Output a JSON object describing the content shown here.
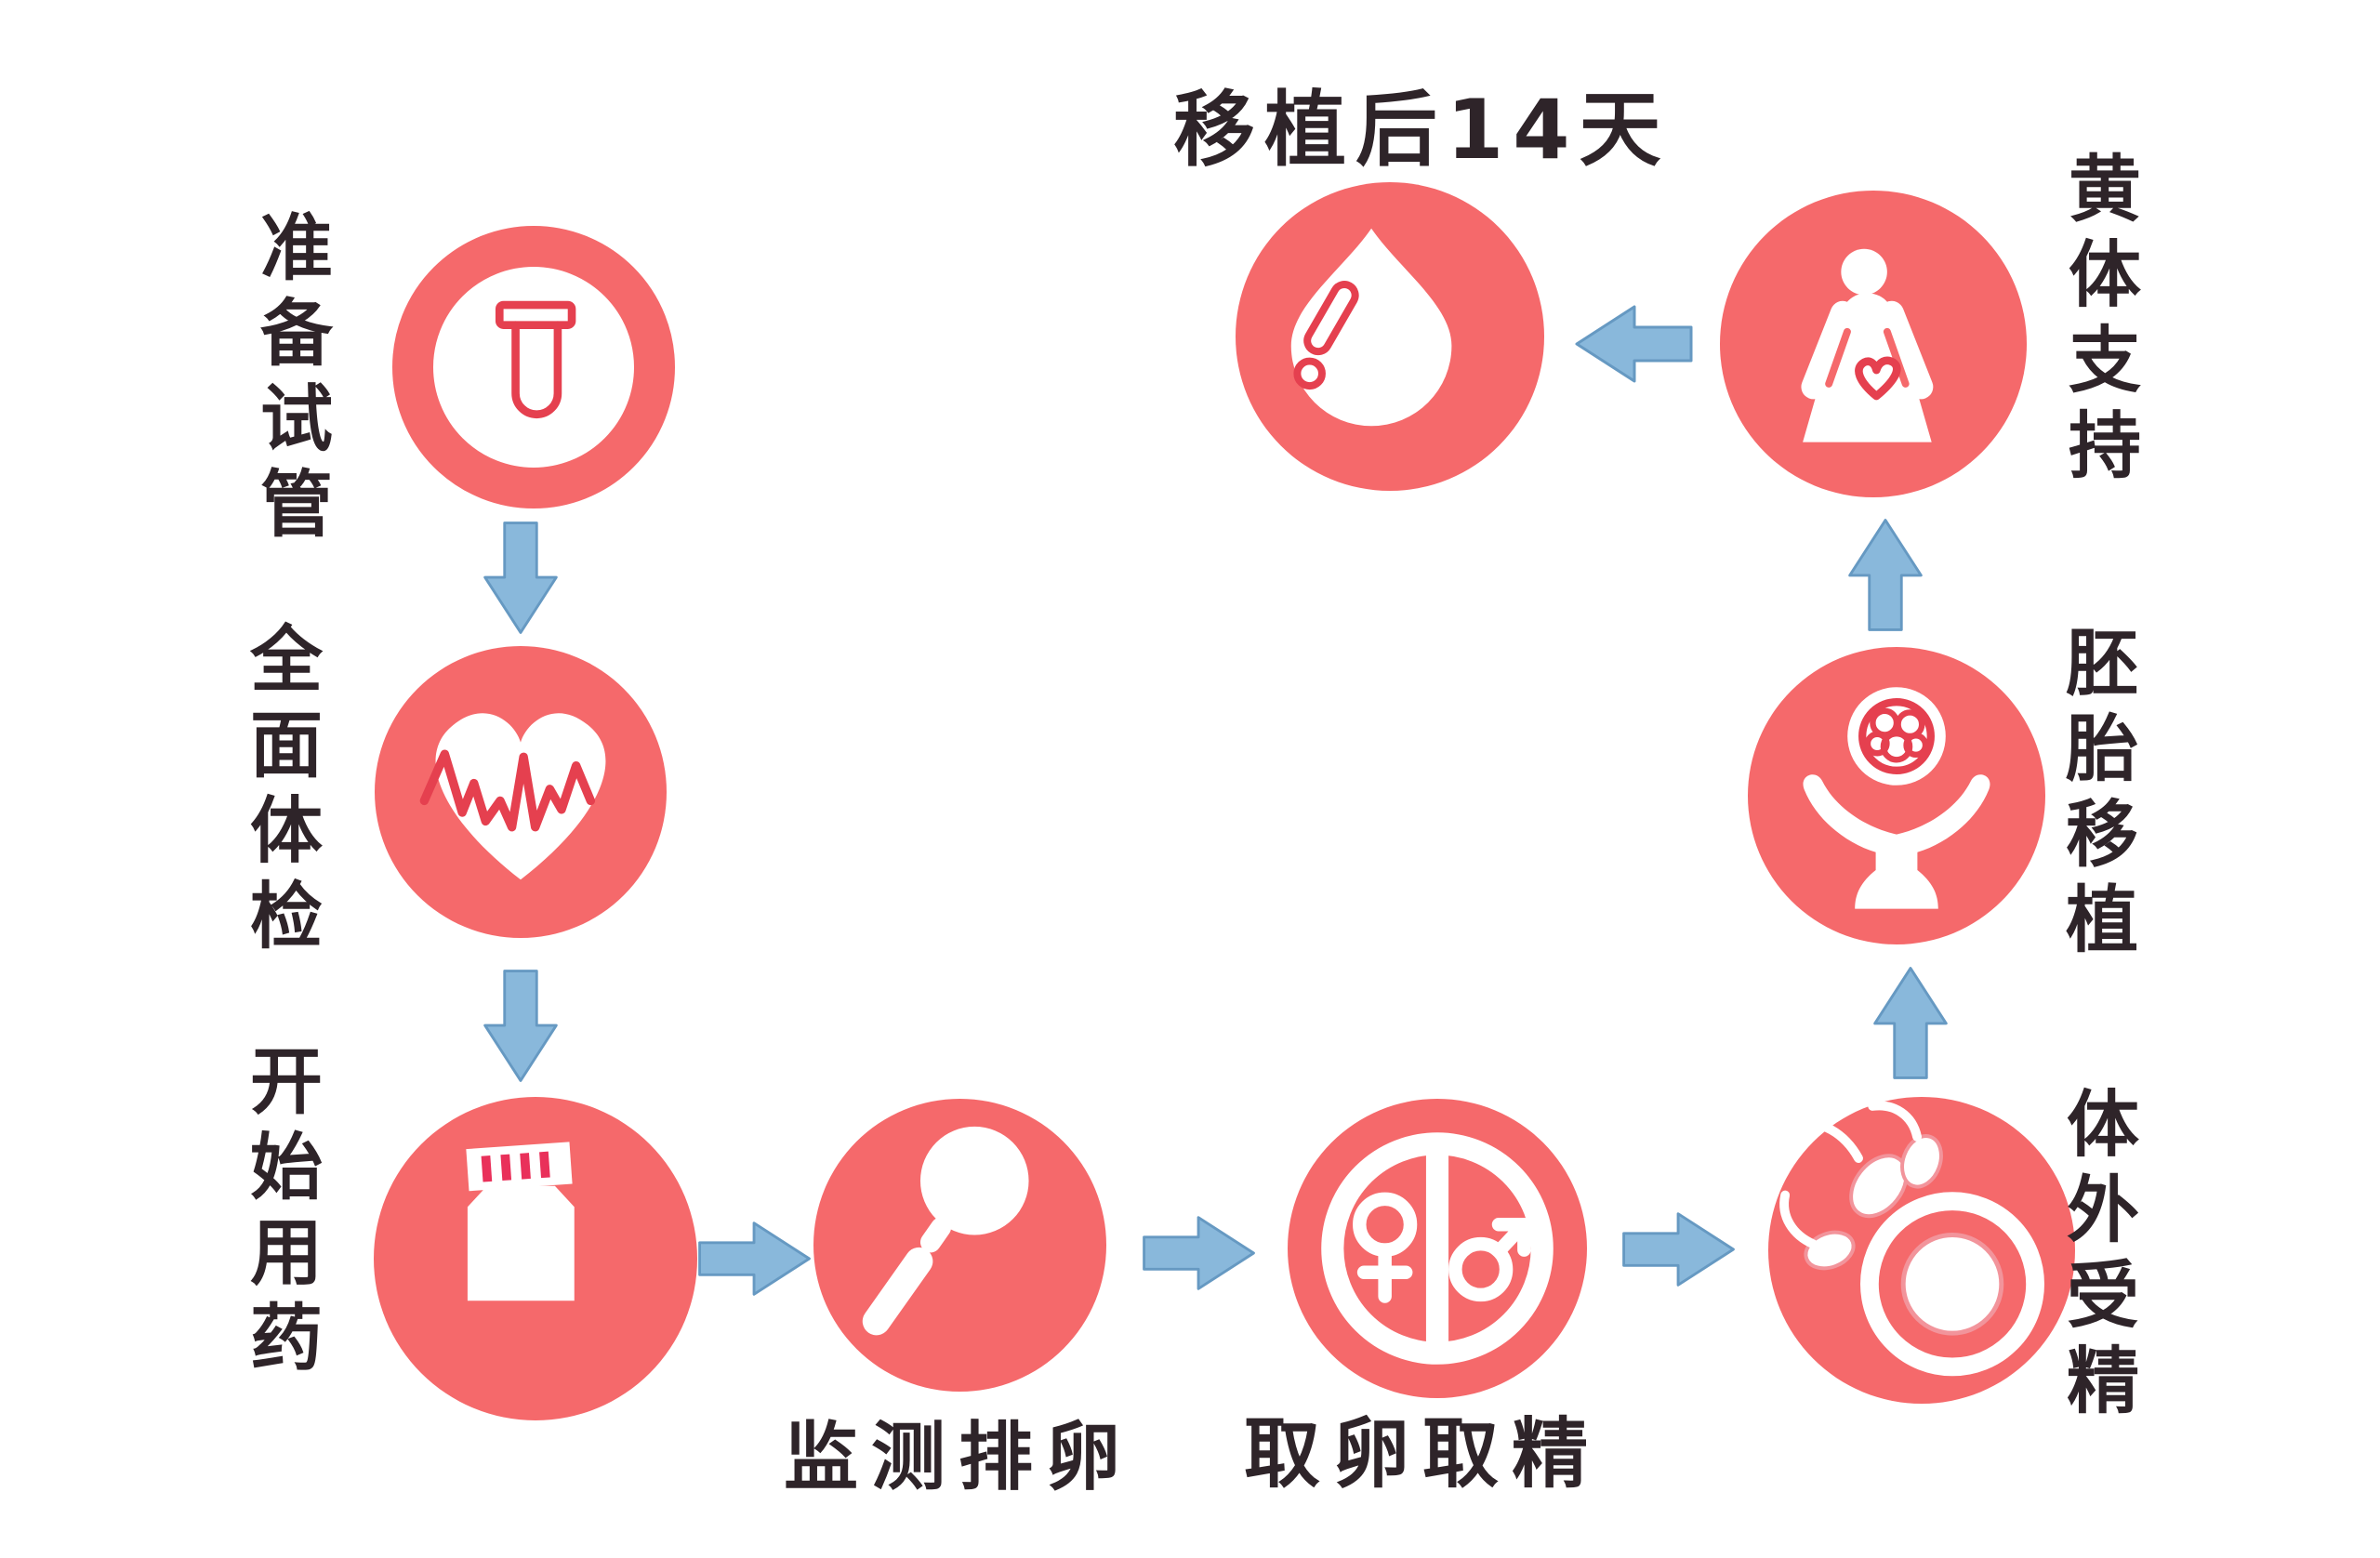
{
  "diagram": {
    "topic": "IVF process flow",
    "colors": {
      "circle_red": "#f5696b",
      "drawing_red": "#e5404f",
      "arrow_blue": "#89b8db",
      "arrow_blue_border": "#6699c2",
      "text_ink": "#2e2429",
      "background": "#ffffff"
    },
    "steps": [
      {
        "label": "准备试管",
        "icon": "test-tube-icon",
        "orientation": "vertical"
      },
      {
        "label": "全面体检",
        "icon": "heart-ekg-icon",
        "orientation": "vertical"
      },
      {
        "label": "开始用药",
        "icon": "medicine-bottle-icon",
        "orientation": "vertical"
      },
      {
        "label": "监测排卵",
        "icon": "magnifier-icon",
        "orientation": "horizontal"
      },
      {
        "label": "取卵取精",
        "icon": "male-female-icon",
        "orientation": "horizontal"
      },
      {
        "label": "体外受精",
        "icon": "sperm-egg-icon",
        "orientation": "vertical"
      },
      {
        "label": "胚胎移植",
        "icon": "hands-embryo-icon",
        "orientation": "vertical"
      },
      {
        "label": "黄体支持",
        "icon": "pregnant-woman-icon",
        "orientation": "vertical"
      },
      {
        "label": "移植后14天",
        "icon": "blood-drop-icon",
        "orientation": "horizontal"
      }
    ],
    "connections": [
      {
        "from": "准备试管",
        "to": "全面体检",
        "direction": "down"
      },
      {
        "from": "全面体检",
        "to": "开始用药",
        "direction": "down"
      },
      {
        "from": "开始用药",
        "to": "监测排卵",
        "direction": "right"
      },
      {
        "from": "监测排卵",
        "to": "取卵取精",
        "direction": "right"
      },
      {
        "from": "取卵取精",
        "to": "体外受精",
        "direction": "right"
      },
      {
        "from": "体外受精",
        "to": "胚胎移植",
        "direction": "up"
      },
      {
        "from": "胚胎移植",
        "to": "黄体支持",
        "direction": "up"
      },
      {
        "from": "黄体支持",
        "to": "移植后14天",
        "direction": "left"
      }
    ]
  }
}
